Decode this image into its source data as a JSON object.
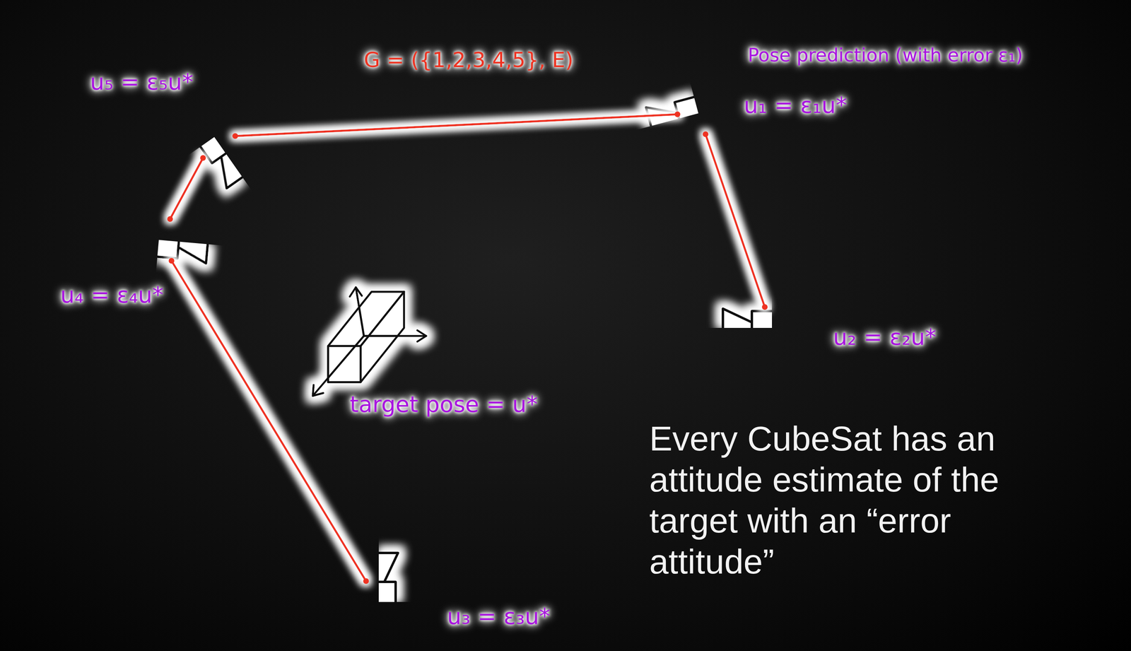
{
  "diagram": {
    "caption": "Every CubeSat has an attitude estimate of the target with an “error attitude”",
    "nodes": [
      {
        "text": [
          "u₅ = ε₅u*"
        ]
      },
      {
        "text": [
          "u₁ = ε₁u*"
        ]
      },
      {
        "text": [
          "u₄ = ε₄u*"
        ]
      },
      {
        "text": [
          "u₂ = ε₂u*"
        ]
      },
      {
        "text": [
          "target pose = u*"
        ]
      },
      {
        "text": [
          "u₃ = ε₃u*"
        ]
      }
    ],
    "edges": [
      {
        "from": 0,
        "to": 1,
        "arrow": "none"
      },
      {
        "from": 1,
        "to": 3,
        "arrow": "none"
      },
      {
        "from": 0,
        "to": 2,
        "arrow": "none"
      },
      {
        "from": 2,
        "to": 5,
        "arrow": "none"
      }
    ],
    "labels": [
      "G = ({1,2,3,4,5}, E)",
      "Pose prediction (with error ε₁)"
    ]
  }
}
